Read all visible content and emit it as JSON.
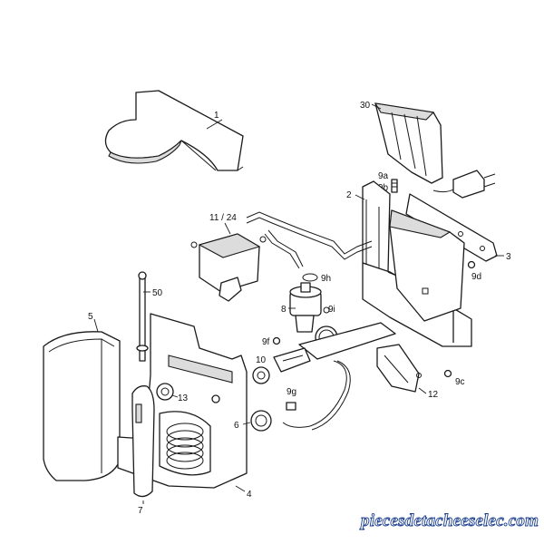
{
  "diagram": {
    "callouts": {
      "p1": "1",
      "p2": "2",
      "p3": "3",
      "p4": "4",
      "p5": "5",
      "p6": "6",
      "p7": "7",
      "p8": "8",
      "p9a": "9a",
      "p9b": "9b",
      "p9c": "9c",
      "p9d": "9d",
      "p9f": "9f",
      "p9g": "9g",
      "p9h": "9h",
      "p9i": "9i",
      "p10": "10",
      "p11_24": "11 / 24",
      "p12": "12",
      "p13": "13",
      "p30": "30",
      "p50": "50"
    }
  },
  "watermark": {
    "text": "piecesdetacheeselec.com"
  }
}
